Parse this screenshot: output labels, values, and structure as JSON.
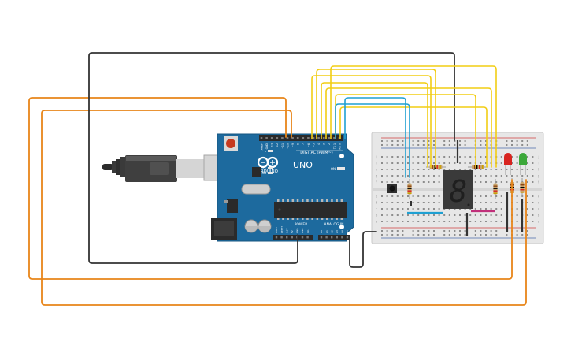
{
  "board": {
    "logo": "ARDUINO",
    "model": "UNO",
    "header_digital": "DIGITAL (PWM~)",
    "header_power": "POWER",
    "header_analog": "ANALOG IN",
    "led_tx": "TX",
    "led_rx": "RX",
    "led_l": "L",
    "led_on": "ON",
    "digital_pins": [
      "AREF",
      "GND",
      "13",
      "12",
      "~11",
      "~10",
      "~9",
      "8",
      "7",
      "~6",
      "~5",
      "4",
      "~3",
      "2",
      "TX 1",
      "RX 0"
    ],
    "power_pins": [
      "IOREF",
      "RESET",
      "3.3V",
      "5V",
      "GND",
      "GND",
      "Vin"
    ],
    "analog_pins": [
      "A0",
      "A1",
      "A2",
      "A3",
      "A4",
      "A5"
    ]
  },
  "display": {
    "digit": "8"
  },
  "breadboard": {
    "row_letters": [
      "j",
      "i",
      "h",
      "g",
      "f",
      "e",
      "d",
      "c",
      "b",
      "a"
    ]
  },
  "colors": {
    "board": "#1d6a9e",
    "wire_orange": "#e88519",
    "wire_yellow": "#f2cd14",
    "wire_blue": "#1fa0d2",
    "wire_black": "#333333",
    "led_red": "#d8241f",
    "led_green": "#3ca83a"
  }
}
